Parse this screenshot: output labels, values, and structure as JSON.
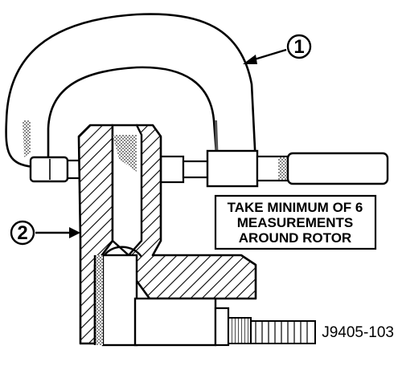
{
  "callouts": {
    "micrometer": "1",
    "rotor": "2"
  },
  "note": {
    "line1": "TAKE MINIMUM OF 6",
    "line2": "MEASUREMENTS",
    "line3": "AROUND ROTOR"
  },
  "figure_id": "J9405-103",
  "colors": {
    "ink": "#000000",
    "shade": "#7a7a7a",
    "paper": "#ffffff"
  }
}
